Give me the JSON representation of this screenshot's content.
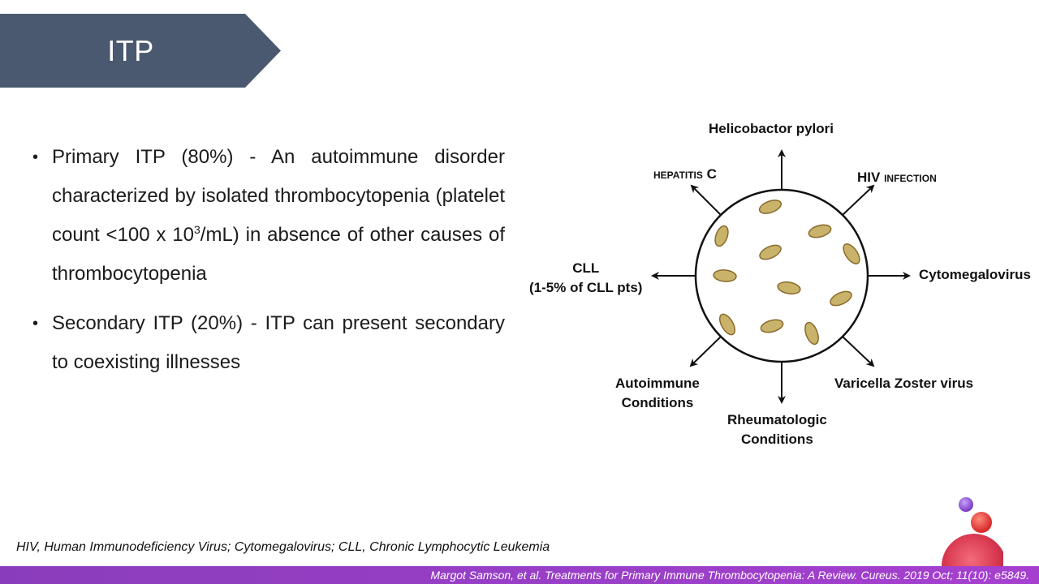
{
  "slide": {
    "title": "ITP"
  },
  "bullets": [
    {
      "text": "Primary ITP (80%) - An autoimmune disorder characterized by isolated thrombocytopenia (platelet count <100 x 10",
      "sup": "3",
      "text_after": "/mL) in absence of other causes  of thrombocytopenia"
    },
    {
      "text": "Secondary ITP (20%) - ITP can present secondary to coexisting illnesses"
    }
  ],
  "diagram": {
    "center": "platelets-circle",
    "causes": {
      "top": "Helicobactor pylori",
      "top_left_main": "H",
      "top_left_small": "EPATITIS",
      "top_left_suffix": "C",
      "top_right_main": "HIV",
      "top_right_small": "INFECTION",
      "right": "Cytomegalovirus",
      "bottom_right": "Varicella Zoster virus",
      "bottom": "Rheumatologic Conditions",
      "bottom_line1": "Rheumatologic",
      "bottom_line2": "Conditions",
      "bottom_left_line1": "Autoimmune",
      "bottom_left_line2": "Conditions",
      "left_line1": "CLL",
      "left_line2": "(1-5% of CLL pts)"
    }
  },
  "footnote": "HIV, Human Immunodeficiency Virus; Cytomegalovirus; CLL, Chronic Lymphocytic Leukemia",
  "citation": "Margot Samson, et al. Treatments for Primary Immune Thrombocytopenia: A Review. Cureus. 2019 Oct; 11(10): e5849.",
  "colors": {
    "banner": "#4b5970",
    "bottom_bar": "#9a3fc8",
    "platelet_fill": "#c9b36a",
    "platelet_outline": "#8a6a2c"
  }
}
